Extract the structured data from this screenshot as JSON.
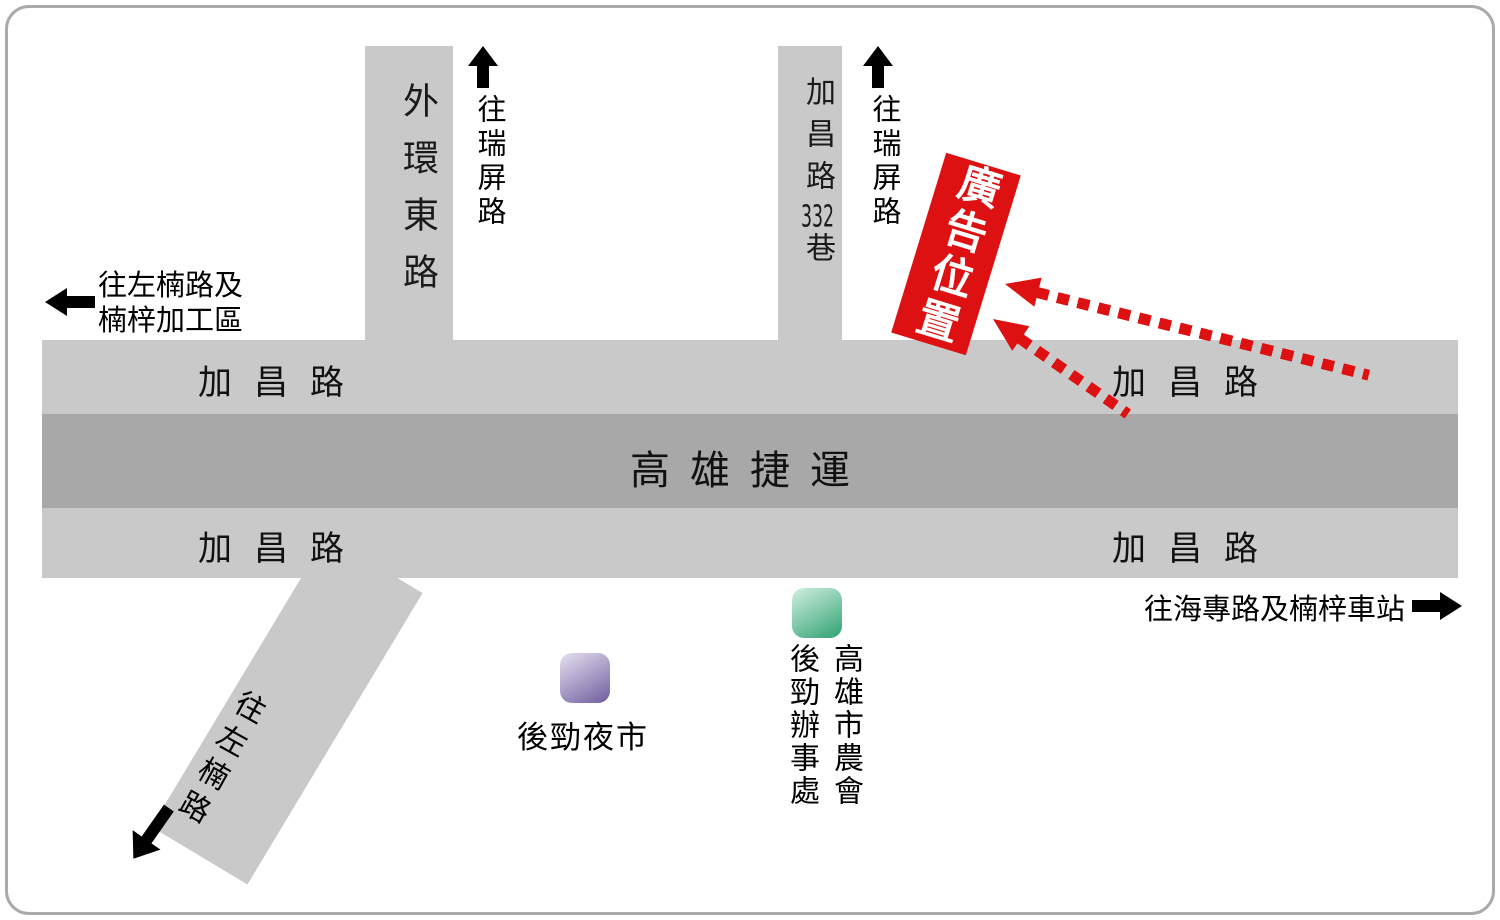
{
  "colors": {
    "road": "#c9c9c9",
    "mrt": "#a8a8a8",
    "red": "#dd1111",
    "nm_top": "#e6e0f0",
    "nm_bottom": "#6f5d9e",
    "fa_top": "#d2efe0",
    "fa_bottom": "#2fa273"
  },
  "roads": {
    "outer_ring_east": "外環東路",
    "lane332_prefix": "加昌路",
    "lane332_number": "332",
    "lane332_suffix": "巷",
    "mrt": "高雄捷運",
    "jiachang": "加昌路"
  },
  "directions": {
    "to_ruiping": "往瑞屏路",
    "to_zuonan_line1": "往左楠路及",
    "to_zuonan_line2": "楠梓加工區",
    "to_haizhuan": "往海專路及楠梓車站",
    "to_zuonan_diag": "往左楠路"
  },
  "poi": {
    "ad_badge": "廣告位置",
    "night_market": "後勁夜市",
    "farmers_col_right": "高雄市農會",
    "farmers_col_left": "後勁辦事處"
  }
}
